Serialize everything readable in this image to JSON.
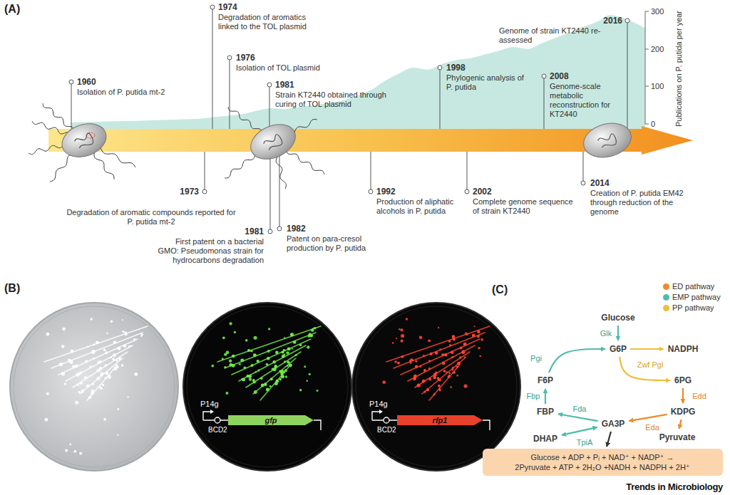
{
  "diagram": {
    "nodes": [
      {
        "text": [
          "Glucose"
        ]
      },
      {
        "text": [
          "G6P"
        ]
      },
      {
        "text": [
          "NADPH"
        ]
      },
      {
        "text": [
          "F6P"
        ]
      },
      {
        "text": [
          "6PG"
        ]
      },
      {
        "text": [
          "FBP"
        ]
      },
      {
        "text": [
          "KDPG"
        ]
      },
      {
        "text": [
          "DHAP"
        ]
      },
      {
        "text": [
          "GA3P"
        ]
      },
      {
        "text": [
          "Pyruvate"
        ]
      },
      {
        "text": [
          "Glucose + ADP + Pᵢ + NAD⁺ + NADP⁺ → 2Pyruvate + ATP + 2H₂O +NADH + NADPH + 2H⁺"
        ]
      }
    ],
    "edges": [
      {
        "from": 0,
        "to": 1,
        "arrow": "to",
        "label": "Glk"
      },
      {
        "from": 1,
        "to": 2,
        "arrow": "to"
      },
      {
        "from": 1,
        "to": 4,
        "arrow": "to",
        "label": "Zwf Pgl"
      },
      {
        "from": 4,
        "to": 6,
        "arrow": "to",
        "label": "Edd"
      },
      {
        "from": 6,
        "to": 8,
        "arrow": "to",
        "label": "Eda"
      },
      {
        "from": 6,
        "to": 9,
        "arrow": "to"
      },
      {
        "from": 3,
        "to": 1,
        "arrow": "to",
        "label": "Pgi"
      },
      {
        "from": 5,
        "to": 3,
        "arrow": "to",
        "label": "Fbp"
      },
      {
        "from": 8,
        "to": 5,
        "arrow": "to",
        "label": "Fda"
      },
      {
        "from": 7,
        "to": 8,
        "arrow": "both",
        "label": "TpiA"
      },
      {
        "from": 8,
        "to": 10,
        "arrow": "to"
      }
    ],
    "labels": [
      "(A)",
      "1960",
      "Isolation of P. putida mt-2",
      "1974",
      "Degradation of aromatics linked to the TOL plasmid",
      "1976",
      "Isolation of TOL plasmid",
      "1981",
      "Strain KT2440 obtained through curing of TOL plasmid",
      "1998",
      "Phylogenic analysis of P. putida",
      "2008",
      "Genome-scale metabolic reconstruction for KT2440",
      "2016",
      "Genome of strain KT2440 re-assessed",
      "300",
      "200",
      "100",
      "0",
      "Publications on P. putida per year",
      "1973",
      "Degradation of aromatic compounds reported for P. putida mt-2",
      "1981",
      "First patent on a bacterial GMO: Pseudomonas strain for hydrocarbons degradation",
      "1982",
      "Patent on para-cresol production by P. putida",
      "1992",
      "Production of aliphatic alcohols in P. putida",
      "2002",
      "Complete genome sequence of strain KT2440",
      "2014",
      "Creation of P. putida EM42 through reduction of the genome",
      "(B)",
      "P14g",
      "BCD2",
      "gfp",
      "P14g",
      "BCD2",
      "rfp1",
      "(C)",
      "Trends in Microbiology"
    ],
    "legend": [
      {
        "text": "ED pathway",
        "color": "#f0892a"
      },
      {
        "text": "EMP pathway",
        "color": "#4dbdab"
      },
      {
        "text": "PP pathway",
        "color": "#f2bd3a"
      }
    ]
  }
}
